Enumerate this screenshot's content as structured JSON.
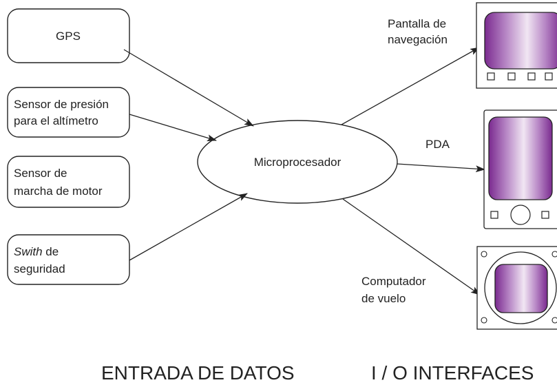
{
  "inputs": {
    "gps": "GPS",
    "pressure": [
      "Sensor de presión",
      "para el altímetro"
    ],
    "engine": [
      "Sensor de",
      "marcha de motor"
    ],
    "switch_italic": "Swith",
    "switch_rest": " de",
    "switch_line2": "seguridad"
  },
  "processor": "Microprocesador",
  "outputs": {
    "nav": [
      "Pantalla de",
      "navegación"
    ],
    "pda": "PDA",
    "flight": [
      "Computador",
      "de vuelo"
    ]
  },
  "footer": {
    "left": "ENTRADA DE DATOS",
    "right": "I / O INTERFACES"
  },
  "colors": {
    "screen_center": "#f1e6f3",
    "screen_edge": "#7a2a8f",
    "stroke": "#222222"
  }
}
